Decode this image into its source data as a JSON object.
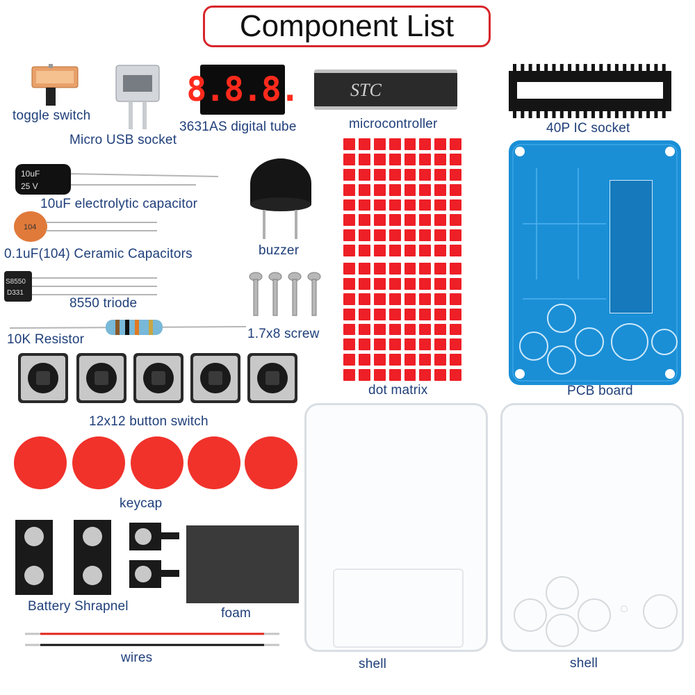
{
  "title": "Component List",
  "colors": {
    "label": "#1f3f7a",
    "title_border": "#d7262b",
    "pcb": "#1a8fd6",
    "led_red": "#ee1f26",
    "keycap": "#f0322b"
  },
  "digital_tube_text": "8.8.8.",
  "labels": {
    "toggle_switch": "toggle switch",
    "micro_usb": "Micro USB socket",
    "digital_tube": "3631AS digital tube",
    "microcontroller": "microcontroller",
    "ic_socket": "40P IC socket",
    "electrolytic_cap": "10uF electrolytic capacitor",
    "ceramic_cap": "0.1uF(104) Ceramic Capacitors",
    "buzzer": "buzzer",
    "triode": "8550 triode",
    "screw": "1.7x8 screw",
    "resistor": "10K Resistor",
    "button_switch": "12x12 button switch",
    "dot_matrix": "dot matrix",
    "pcb_board": "PCB board",
    "keycap": "keycap",
    "battery_shrapnel": "Battery Shrapnel",
    "foam": "foam",
    "wires": "wires",
    "shell_left": "shell",
    "shell_right": "shell"
  },
  "chip_marking": "STC",
  "cap_marking": "10uF 25V",
  "ceramic_marking": "104",
  "triode_marking": [
    "S8550",
    "D331"
  ]
}
